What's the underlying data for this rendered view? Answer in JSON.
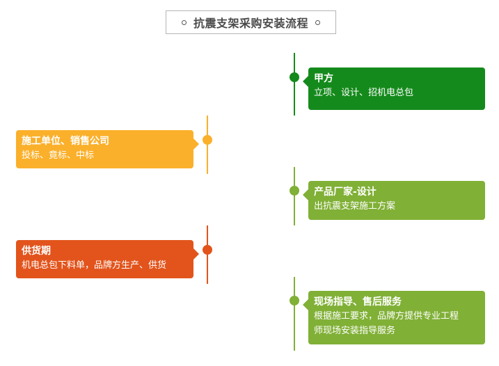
{
  "title": "抗震支架采购安装流程",
  "colors": {
    "green": "#158a1c",
    "yellow": "#fbb02b",
    "lightgreen": "#80b036",
    "orange": "#e2541c"
  },
  "steps": [
    {
      "heading": "甲方",
      "lines": [
        "立项、设计、招机电总包"
      ]
    },
    {
      "heading": "施工单位、销售公司",
      "lines": [
        "投标、竟标、中标"
      ]
    },
    {
      "heading": "产品厂家-设计",
      "lines": [
        "出抗震支架施工方案"
      ]
    },
    {
      "heading": "供货期",
      "lines": [
        "机电总包下料单，品牌方生产、供货"
      ]
    },
    {
      "heading": "现场指导、售后服务",
      "lines": [
        "根据施工要求，品牌方提供专业工程",
        "师现场安装指导服务"
      ]
    }
  ]
}
